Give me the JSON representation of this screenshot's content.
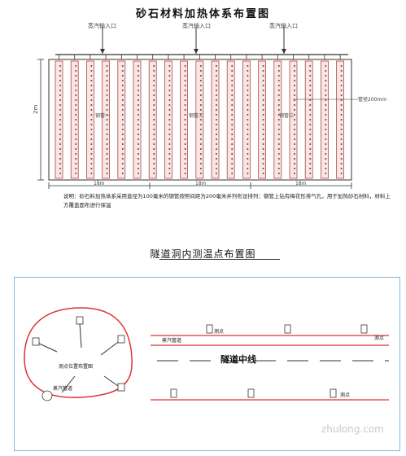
{
  "top_diagram": {
    "title": "砂石材料加热体系布置图",
    "steam_inlets": [
      "蒸汽输入口",
      "蒸汽输入口",
      "蒸汽输入口"
    ],
    "dimension_label": "2m",
    "pipe_label_1": "钢管一",
    "pipe_label_2": "钢管二",
    "pipe_label_3": "钢管三",
    "spacing_label": "管径200mm",
    "bottom_dims": [
      "18m",
      "18m",
      "18m"
    ],
    "note": "说明：砂石料加热体系采用直径为100毫米的钢管按照间距为200毫米并列布设排列：钢管上钻有梅花形排气孔，用于加热砂石材料，材料上方覆盖面布进行保温"
  },
  "bottom_diagram": {
    "title": "隧道洞内测温点布置图",
    "center_label": "测点位置布置图",
    "pipe_label": "蒸汽管道",
    "steam_pipe_label": "蒸汽管道",
    "point_label": "测点",
    "centerline_label": "隧道中线",
    "marker_symbol": "1"
  },
  "watermark": "zhulong.com"
}
